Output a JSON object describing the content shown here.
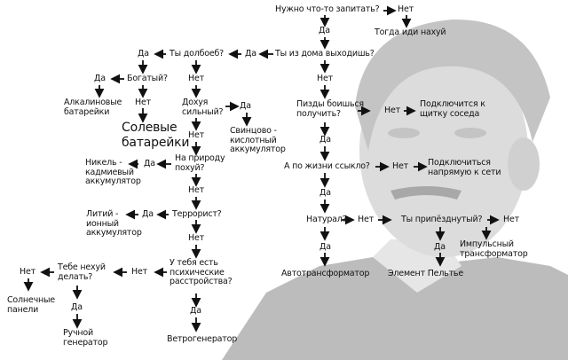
{
  "nodes": {
    "q_power": "Нужно что-то запитать?",
    "q_power_no": "Нет",
    "q_power_no_result": "Тогда иди нахуй",
    "q_power_yes": "Да",
    "q_outside": "Ты из дома выходишь?",
    "q_outside_yes": "Да",
    "q_dumb": "Ты долбоеб?",
    "q_dumb_yes": "Да",
    "q_rich": "Богатый?",
    "q_rich_yes": "Да",
    "alkaline": "Алкалиновые\nбатарейки",
    "q_rich_no": "Нет",
    "saline": "Солевые\nбатарейки",
    "q_dumb_no": "Нет",
    "q_strong": "Дохуя\nсильный?",
    "q_strong_yes": "Да",
    "lead_acid": "Свинцово -\nкислотный\nаккумулятор",
    "q_strong_no": "Нет",
    "q_nature": "На природу\nпохуй?",
    "q_nature_yes": "Да",
    "nicd": "Никель -\nкадмиевый\nаккумулятор",
    "q_nature_no": "Нет",
    "q_terror": "Террорист?",
    "q_terror_yes": "Да",
    "liion": "Литий -\nионный\nаккумулятор",
    "q_terror_no": "Нет",
    "q_mental": "У тебя есть\nпсихические\nрасстройства?",
    "q_mental_no": "Нет",
    "q_bored": "Тебе нехуй\nделать?",
    "q_bored_no": "Нет",
    "solar": "Солнечные\nпанели",
    "q_bored_yes": "Да",
    "hand_gen": "Ручной\nгенератор",
    "q_mental_yes": "Да",
    "wind": "Ветрогенератор",
    "q_outside_no": "Нет",
    "q_fear": "Пизды боишься\nполучить?",
    "q_fear_no": "Нет",
    "neighbor": "Подключится к\nщитку соседа",
    "q_fear_yes": "Да",
    "q_coward": "А по жизни ссыкло?",
    "q_coward_no": "Нет",
    "grid": "Подключиться\nнапрямую к сети",
    "q_coward_yes": "Да",
    "q_straight": "Натурал?",
    "q_straight_no": "Нет",
    "q_crazy": "Ты припёзднутый?",
    "q_crazy_no": "Нет",
    "pulse": "Импульсный\nтрансформатор",
    "q_crazy_yes": "Да",
    "peltier": "Элемент Пельтье",
    "q_straight_yes": "Да",
    "autotrans": "Автотрансформатор"
  }
}
